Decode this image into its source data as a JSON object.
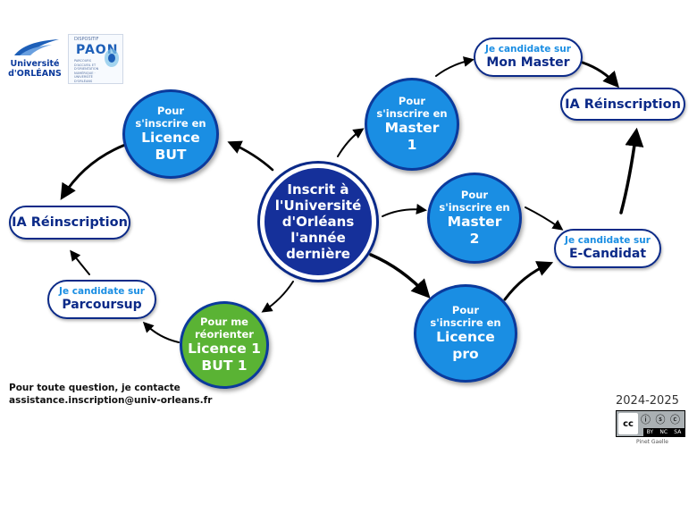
{
  "logos": {
    "university": {
      "line1": "Université",
      "line2": "d'ORLÉANS"
    },
    "paon": {
      "top": "DISPOSITIF",
      "name": "PAON",
      "sub": "PARCOURS D'ACCUEIL ET D'ORIENTATION NUMÉRIQUE · UNIVERSITÉ D'ORLÉANS"
    }
  },
  "center": {
    "lines": [
      "Inscrit à",
      "l'Université",
      "d'Orléans",
      "l'année",
      "dernière"
    ]
  },
  "nodes": {
    "licence_but": {
      "small": [
        "Pour",
        "s'inscrire en"
      ],
      "big": [
        "Licence",
        "BUT"
      ]
    },
    "master1": {
      "small": [
        "Pour",
        "s'inscrire en"
      ],
      "big": [
        "Master",
        "1"
      ]
    },
    "master2": {
      "small": [
        "Pour",
        "s'inscrire en"
      ],
      "big": [
        "Master",
        "2"
      ]
    },
    "licence_pro": {
      "small": [
        "Pour",
        "s'inscrire en"
      ],
      "big": [
        "Licence",
        "pro"
      ]
    },
    "reorient": {
      "small": [
        "Pour me",
        "réorienter"
      ],
      "big": [
        "Licence 1",
        "BUT 1"
      ]
    }
  },
  "pills": {
    "ia_left": "IA Réinscription",
    "ia_right": "IA Réinscription",
    "parcoursup": {
      "small": "Je candidate sur",
      "big": "Parcoursup"
    },
    "mon_master": {
      "small": "Je candidate sur",
      "big": "Mon Master"
    },
    "ecandidat": {
      "small": "Je candidate sur",
      "big": "E-Candidat"
    }
  },
  "contact": {
    "line1": "Pour toute question, je contacte",
    "line2": "assistance.inscription@univ-orleans.fr"
  },
  "year": "2024-2025",
  "license": {
    "badge": "cc",
    "labels": [
      "BY",
      "NC",
      "SA"
    ]
  },
  "author": "Pinet Gaelle",
  "colors": {
    "dark_blue": "#15309a",
    "light_blue": "#1a8ee3",
    "green": "#5ab334",
    "pill_border": "#0b2a88"
  }
}
